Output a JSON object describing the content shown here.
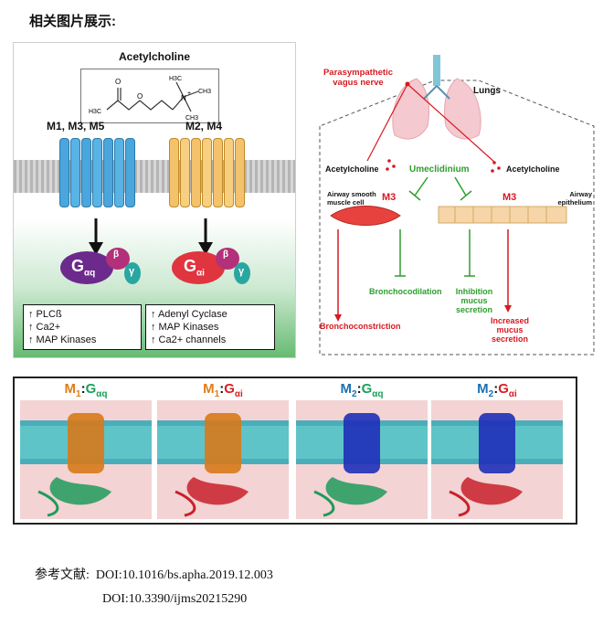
{
  "page": {
    "title": "相关图片展示:"
  },
  "left_panel": {
    "ligand": "Acetylcholine",
    "atoms": {
      "o": "O",
      "n": "N",
      "n_charge": "+",
      "h3c": "H3C",
      "ch3_a": "CH3",
      "ch3_b": "CH3"
    },
    "receptor_group_1": "M1, M3, M5",
    "receptor_group_2": "M2, M4",
    "gprotein_1": {
      "g": "G",
      "sub": "αq",
      "beta": "β",
      "gamma": "γ"
    },
    "gprotein_2": {
      "g": "G",
      "sub": "αi",
      "beta": "β",
      "gamma": "γ"
    },
    "effects_1": [
      "↑ PLCß",
      "↑ Ca2+",
      "↑ MAP Kinases"
    ],
    "effects_2": [
      "↑ Adenyl Cyclase",
      "↑ MAP Kinases",
      "↑ Ca2+ channels"
    ]
  },
  "right_panel": {
    "nerve": "Parasympathetic vagus nerve",
    "lungs": "Lungs",
    "ach_left": "Acetylcholine",
    "ach_right": "Acetylcholine",
    "drug": "Umeclidinium",
    "muscle": "Airway smooth muscle cell",
    "epithelium": "Airway epithelium",
    "m3_left": "M3",
    "m3_right": "M3",
    "bronchodilation": "Bronchocodilation",
    "inhibition": "Inhibition mucus secretion",
    "bronchoconstriction": "Bronchoconstriction",
    "increased": "Increased mucus secretion",
    "colors": {
      "red": "#d71920",
      "green": "#2e9e2e"
    }
  },
  "structure_panel": {
    "panels": [
      {
        "m": "M",
        "msub": "1",
        "g": "G",
        "gsub": "αq",
        "m_color": "#e07c1a",
        "g_color": "#1aa05a"
      },
      {
        "m": "M",
        "msub": "1",
        "g": "G",
        "gsub": "αi",
        "m_color": "#e07c1a",
        "g_color": "#d81f26"
      },
      {
        "m": "M",
        "msub": "2",
        "g": "G",
        "gsub": "αq",
        "m_color": "#1f6fb2",
        "g_color": "#1aa05a"
      },
      {
        "m": "M",
        "msub": "2",
        "g": "G",
        "gsub": "αi",
        "m_color": "#1f6fb2",
        "g_color": "#d81f26"
      }
    ],
    "sep": ":"
  },
  "references": {
    "label": "参考文献:",
    "doi1": "DOI:10.1016/bs.apha.2019.12.003",
    "doi2": "DOI:10.3390/ijms20215290"
  }
}
